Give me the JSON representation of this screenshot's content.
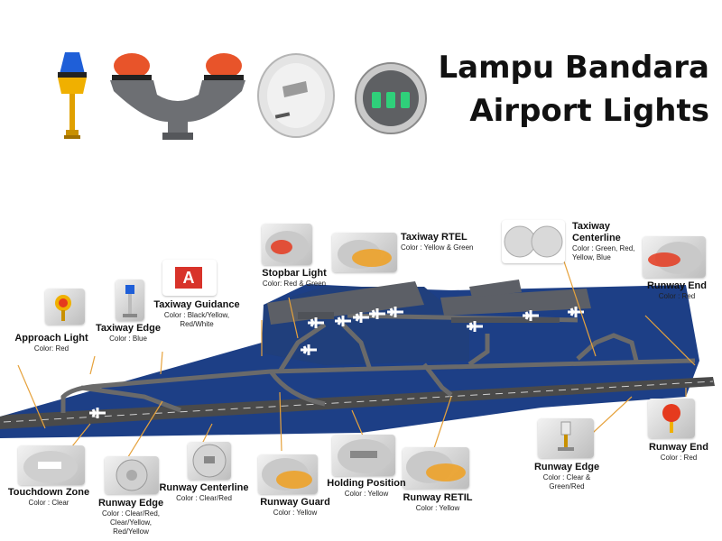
{
  "title": {
    "line1": "Lampu Bandara",
    "line2": "Airport Lights"
  },
  "labels": {
    "approach_light": {
      "name": "Approach Light",
      "color": "Color: Red"
    },
    "taxiway_edge": {
      "name": "Taxiway Edge",
      "color": "Color : Blue"
    },
    "taxiway_guidance": {
      "name": "Taxiway Guidance",
      "color": "Color : Black/Yellow, Red/White",
      "sign": "A"
    },
    "stopbar_light": {
      "name": "Stopbar Light",
      "color": "Color: Red & Green"
    },
    "taxiway_rtel": {
      "name": "Taxiway RTEL",
      "color": "Color : Yellow & Green"
    },
    "taxiway_centerline": {
      "name_line1": "Taxiway",
      "name_line2": "Centerline",
      "color": "Color : Green, Red, Yellow, Blue"
    },
    "runway_end_top": {
      "name": "Runway End",
      "color": "Color : Red"
    },
    "runway_end_right": {
      "name": "Runway End",
      "color": "Color : Red"
    },
    "runway_edge_right": {
      "name": "Runway Edge",
      "color": "Color : Clear & Green/Red"
    },
    "touchdown_zone": {
      "name": "Touchdown Zone",
      "color": "Color : Clear"
    },
    "runway_edge_left": {
      "name": "Runway Edge",
      "color": "Color : Clear/Red, Clear/Yellow, Red/Yellow"
    },
    "runway_centerline": {
      "name": "Runway Centerline",
      "color": "Color : Clear/Red"
    },
    "runway_guard": {
      "name": "Runway Guard",
      "color": "Color : Yellow"
    },
    "holding_position": {
      "name": "Holding Position",
      "color": "Color : Yellow"
    },
    "runway_retil": {
      "name": "Runway RETIL",
      "color": "Color : Yellow"
    }
  },
  "colors": {
    "airfield_blue": "#1d3f86",
    "runway_gray": "#4a4a4a",
    "taxiway_gray": "#6a6a6a",
    "building_gray": "#5c5f66",
    "leader_line": "#e6a23c",
    "red_light": "#e53a1e",
    "amber_light": "#f0a020",
    "green_light": "#2fd07a",
    "blue_light": "#1f5fd8"
  },
  "icons": [
    "blue-beacon-icon",
    "twin-amber-beacon-icon",
    "inset-light-icon",
    "green-inset-light-icon",
    "airplane-icon"
  ]
}
